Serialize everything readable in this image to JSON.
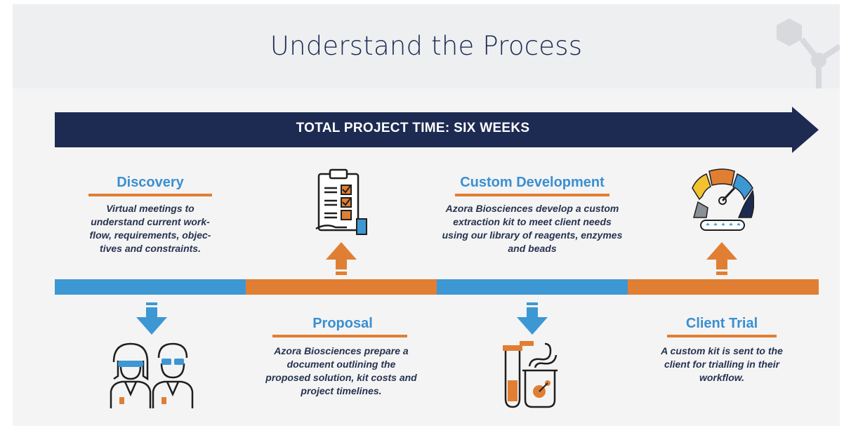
{
  "title": "Understand the Process",
  "banner": "TOTAL PROJECT TIME: SIX WEEKS",
  "steps": [
    {
      "title": "Discovery",
      "desc": "Virtual meetings to understand current work-flow, requirements, objec-tives and constraints.",
      "position": "above",
      "icon": "scientists-icon"
    },
    {
      "title": "Proposal",
      "desc": "Azora Biosciences prepare a document outlining the proposed solution, kit costs and project timelines.",
      "position": "below",
      "icon": "checklist-icon"
    },
    {
      "title": "Custom Development",
      "desc": "Azora Biosciences develop a custom extraction kit to meet client needs using our library of reagents, enzymes and beads",
      "position": "above",
      "icon": "lab-glassware-icon"
    },
    {
      "title": "Client Trial",
      "desc": "A custom kit is sent to the client for trialling in their workflow.",
      "position": "below",
      "icon": "rating-gauge-icon"
    }
  ],
  "colors": {
    "navy": "#1d2b52",
    "blue": "#3d97d3",
    "orange": "#e07f33"
  }
}
